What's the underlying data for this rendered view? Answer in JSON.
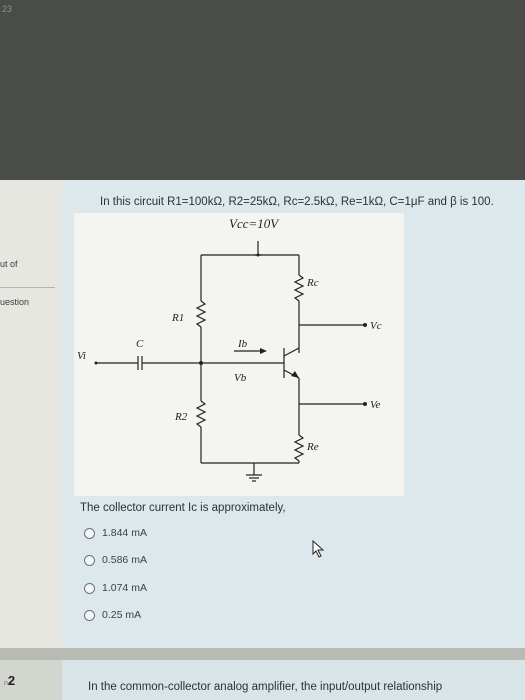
{
  "topbar": {
    "corner_number": "23"
  },
  "sidebar": {
    "out_of_text": "ut of",
    "question_text": "uestion"
  },
  "question": {
    "text": "In this circuit R1=100kΩ, R2=25kΩ, Rc=2.5kΩ, Re=1kΩ, C=1μF and β is 100."
  },
  "circuit": {
    "vcc": "Vcc=10V",
    "r1": "R1",
    "r2": "R2",
    "rc": "Rc",
    "re": "Re",
    "c": "C",
    "vi": "Vi",
    "ib": "Ib",
    "vb": "Vb",
    "vc": "Vc",
    "ve": "Ve"
  },
  "prompt": "The collector current Ic is approximately,",
  "options": [
    "1.844 mA",
    "0.586 mA",
    "1.074 mA",
    "0.25 mA"
  ],
  "next_question": {
    "number": "2",
    "number_prefix": "n",
    "text": "In the common-collector analog amplifier, the input/output relationship"
  }
}
